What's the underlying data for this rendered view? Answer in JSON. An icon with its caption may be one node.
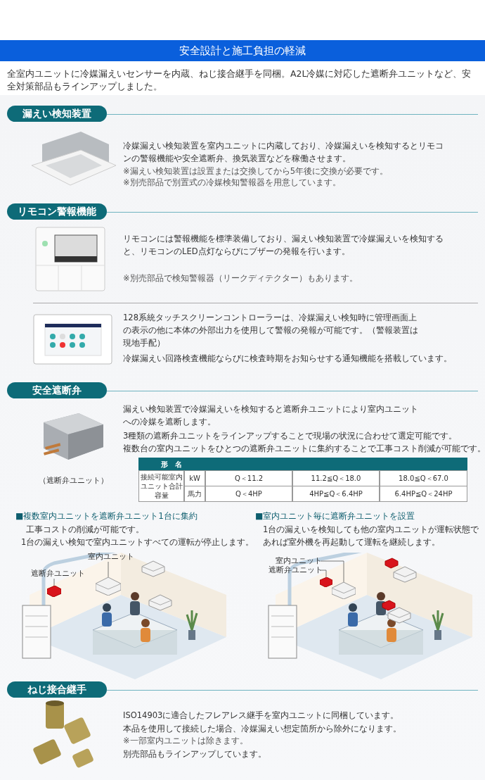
{
  "diagram": {
    "title": "安全設計と施工負担の軽減",
    "nodes": [
      {
        "text": [
          "漏えい検知装置"
        ]
      },
      {
        "text": [
          "リモコン警報機能"
        ]
      },
      {
        "text": [
          "安全遮断弁"
        ]
      },
      {
        "text": [
          "室内ユニット"
        ]
      },
      {
        "text": [
          "遮断弁ユニット"
        ]
      },
      {
        "text": [],
        "shape": "box"
      },
      {
        "text": [],
        "shape": "box"
      },
      {
        "text": [
          "室内ユニット"
        ]
      },
      {
        "text": [
          "遮断弁ユニット"
        ]
      },
      {
        "text": [],
        "shape": "box"
      },
      {
        "text": [],
        "shape": "box"
      },
      {
        "text": [
          "ねじ接合継手"
        ]
      }
    ],
    "edges": [
      {
        "from": 3,
        "to": 5,
        "arrow": "none"
      },
      {
        "from": 4,
        "to": 6,
        "arrow": "none"
      },
      {
        "from": 7,
        "to": 9,
        "arrow": "none"
      },
      {
        "from": 8,
        "to": 10,
        "arrow": "none"
      }
    ],
    "labels": [
      "全室内ユニットに冷媒漏えいセンサーを内蔵、ねじ接合継手を同梱。A2L冷媒に対応した遮断弁ユニットなど、安全対策部品もラインアップしました。",
      "冷媒漏えい検知装置を室内ユニットに内蔵しており、冷媒漏えいを検知するとリモコンの警報機能や安全遮断弁、換気装置などを稼働させます。",
      "※漏えい検知装置は設置または交換してから5年後に交換が必要です。",
      "※別売部品で別置式の冷媒検知警報器を用意しています。",
      "リモコンには警報機能を標準装備しており、漏えい検知装置で冷媒漏えいを検知すると、リモコンのLED点灯ならびにブザーの発報を行います。",
      "※別売部品で検知警報器（リークディテクター）もあります。",
      "128系統タッチスクリーンコントローラーは、冷媒漏えい検知時に管理画面上の表示の他に本体の外部出力を使用して警報の発報が可能です。（警報装置は現地手配）",
      "冷媒漏えい回路検査機能ならびに検査時期をお知らせする通知機能を搭載しています。",
      "漏えい検知装置で冷媒漏えいを検知すると遮断弁ユニットにより室内ユニットへの冷媒を遮断します。",
      "3種類の遮断弁ユニットをラインアップすることで現場の状況に合わせて選定可能です。",
      "複数台の室内ユニットをひとつの遮断弁ユニットに集約することで工事コスト削減が可能です。",
      "（遮断弁ユニット）",
      "形　名",
      "接続可能室内ユニット合計容量",
      "kW",
      "Q＜11.2",
      "11.2≦Q＜18.0",
      "18.0≦Q＜67.0",
      "馬力",
      "Q＜4HP",
      "4HP≦Q＜6.4HP",
      "6.4HP≦Q＜24HP",
      "■複数室内ユニットを遮断弁ユニット1台に集約",
      "工事コストの削減が可能です。",
      "1台の漏えい検知で室内ユニットすべての運転が停止します。",
      "■室内ユニット毎に遮断弁ユニットを設置",
      "1台の漏えいを検知しても他の室内ユニットが運転状態であれば室外機を再起動して運転を継続します。",
      "ISO14903に適合したフレアレス継手を室内ユニットに同梱しています。",
      "本品を使用して接続した場合、冷媒漏えい想定箇所から除外になります。",
      "※一部室内ユニットは除きます。",
      "別売部品もラインアップしています。"
    ]
  }
}
